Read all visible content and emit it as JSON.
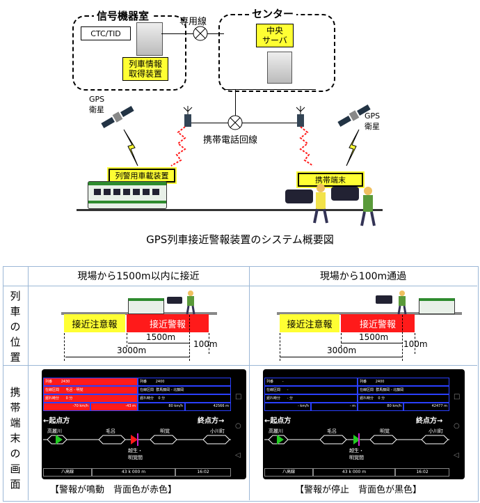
{
  "top": {
    "signal_room": "信号機器室",
    "center": "センター",
    "dedicated_line": "専用線",
    "ctc_tid": "CTC/TID",
    "train_info_device": "列車情報\n取得装置",
    "central_server": "中央\nサーバ",
    "gps_left": "GPS\n衛星",
    "gps_right": "GPS\n衛星",
    "mobile_network": "携帯電話回線",
    "onboard_device": "列警用車載装置",
    "handheld_terminal": "携帯端末"
  },
  "caption": "GPS列車接近警報装置のシステム概要図",
  "table": {
    "header_left": "現場から1500m以内に接近",
    "header_right": "現場から100m通過",
    "row1_label": "列\n車\nの\n位\n置",
    "row2_label": "携\n帯\n端\n末\nの\n画\n面",
    "zones_left": {
      "approach_caution": "接近注意報",
      "approach_alarm": "接近警報"
    },
    "zones_right": {
      "approach_caution": "接近注意報",
      "approach_alarm": "接近警報"
    },
    "dist_1500": "1500m",
    "dist_100": "100m",
    "dist_3000": "3000m",
    "caption_left": "【警報が鳴動　背面色が赤色】",
    "caption_right": "【警報が停止　背面色が黒色】"
  },
  "screen_left": {
    "train_label": "列番",
    "train_value": "2430",
    "section_label": "在線区間",
    "section_value": "毛呂 - 明覚",
    "delay_label": "遅れ時分",
    "delay_value": "0 分",
    "dist_value": "-70 km/h",
    "dist_value2": "-43 m",
    "train2_label": "列番",
    "train2_value": "2400",
    "section2_label": "在線区間",
    "section2_value": "群馬藤岡 - 北藤岡",
    "delay2_label": "遅れ時分",
    "delay2_value": "0 分",
    "speed2": "80 km/h",
    "dist2": "42566 m",
    "start": "←起点方",
    "end": "終点方→",
    "st1": "高麗川",
    "st2": "毛呂",
    "st3": "明覚",
    "st4": "小川町",
    "between": "越生・\n明覚間",
    "line": "八高線",
    "km": "43 k 000 m",
    "time": "16:02"
  },
  "screen_right": {
    "train_label": "列番",
    "train_value": "-",
    "section_label": "在線区間",
    "section_value": "-",
    "delay_label": "遅れ時分",
    "delay_value": "- 分",
    "dist_value": "- km/h",
    "dist_value2": "- m",
    "train2_label": "列番",
    "train2_value": "2400",
    "section2_label": "在線区間",
    "section2_value": "群馬藤岡 - 北藤岡",
    "delay2_label": "遅れ時分",
    "delay2_value": "0 分",
    "speed2": "80 km/h",
    "dist2": "42477 m",
    "start": "←起点方",
    "end": "終点方→",
    "st1": "高麗川",
    "st2": "毛呂",
    "st3": "明覚",
    "st4": "小川町",
    "between": "越生・\n明覚間",
    "line": "八高線",
    "km": "43 k 000 m",
    "time": "16:02"
  },
  "colors": {
    "alarm_red": "#ff1a1a",
    "caution_yellow": "#ffff33",
    "table_border": "#9bb7d6",
    "screen_blue": "#2a40ff"
  }
}
